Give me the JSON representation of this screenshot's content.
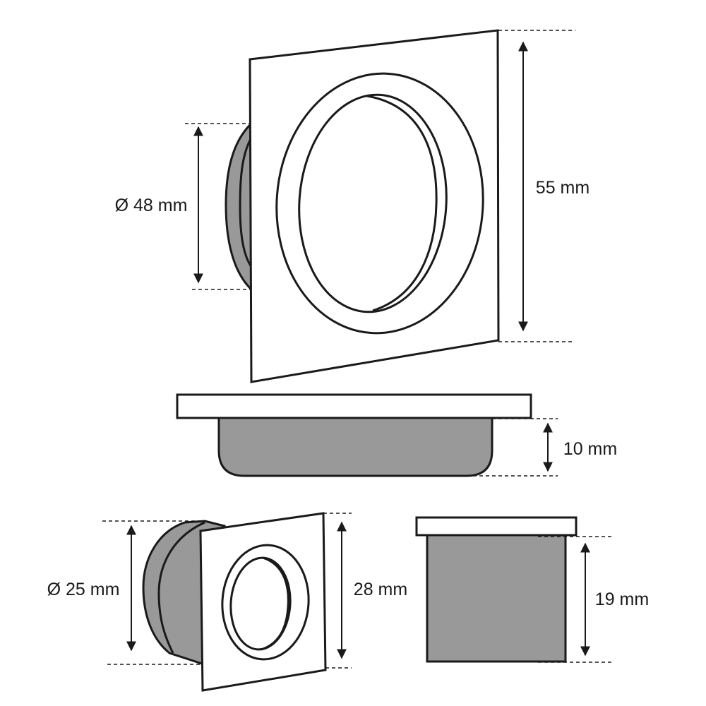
{
  "colors": {
    "background": "#ffffff",
    "outline": "#1a1a1a",
    "body_grey": "#999999",
    "face_white": "#ffffff"
  },
  "large_part": {
    "diameter_label": "Ø 48 mm",
    "height_label": "55 mm",
    "depth_label": "10 mm"
  },
  "small_part": {
    "diameter_label": "Ø 25 mm",
    "height_label": "28 mm",
    "depth_label": "19 mm"
  }
}
